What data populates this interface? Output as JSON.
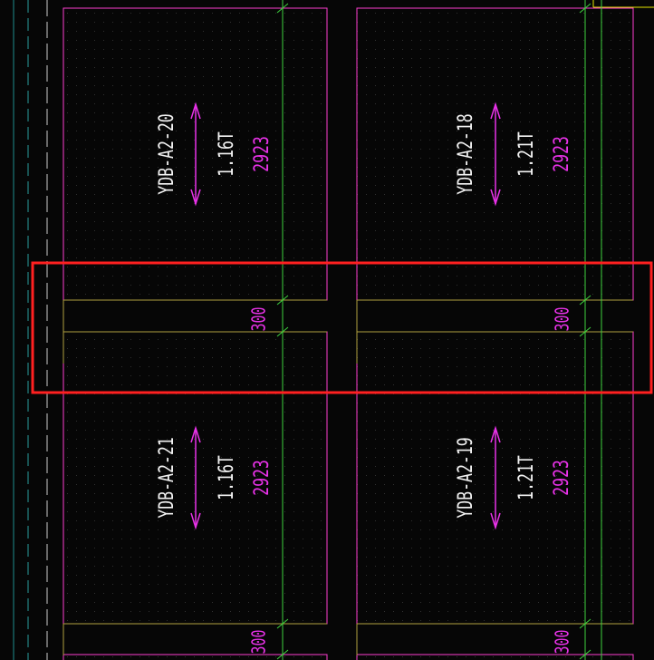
{
  "colors": {
    "background": "#060606",
    "slab_border": "#ff3fd0",
    "grid_line": "#3fd23f",
    "dim_text": "#e832e8",
    "label_text": "#f2f2f2",
    "highlight": "#ff2020",
    "axis_dash": "#2b9e9e",
    "axis_solid": "#1f8f8f",
    "yellow_line": "#e6e600",
    "dot": "#2f2f2f"
  },
  "panels": [
    {
      "id": "YDB-A2-20",
      "load": "1.16T",
      "length": "2923",
      "gap": "300",
      "gap_bottom": false
    },
    {
      "id": "YDB-A2-18",
      "load": "1.21T",
      "length": "2923",
      "gap": "300",
      "gap_bottom": false
    },
    {
      "id": "YDB-A2-21",
      "load": "1.16T",
      "length": "2923",
      "gap": "300",
      "gap_bottom": true
    },
    {
      "id": "YDB-A2-19",
      "load": "1.21T",
      "length": "2923",
      "gap": "300",
      "gap_bottom": true
    }
  ],
  "highlight_label": "",
  "icons": {
    "span_arrow": "double-arrow-icon"
  }
}
